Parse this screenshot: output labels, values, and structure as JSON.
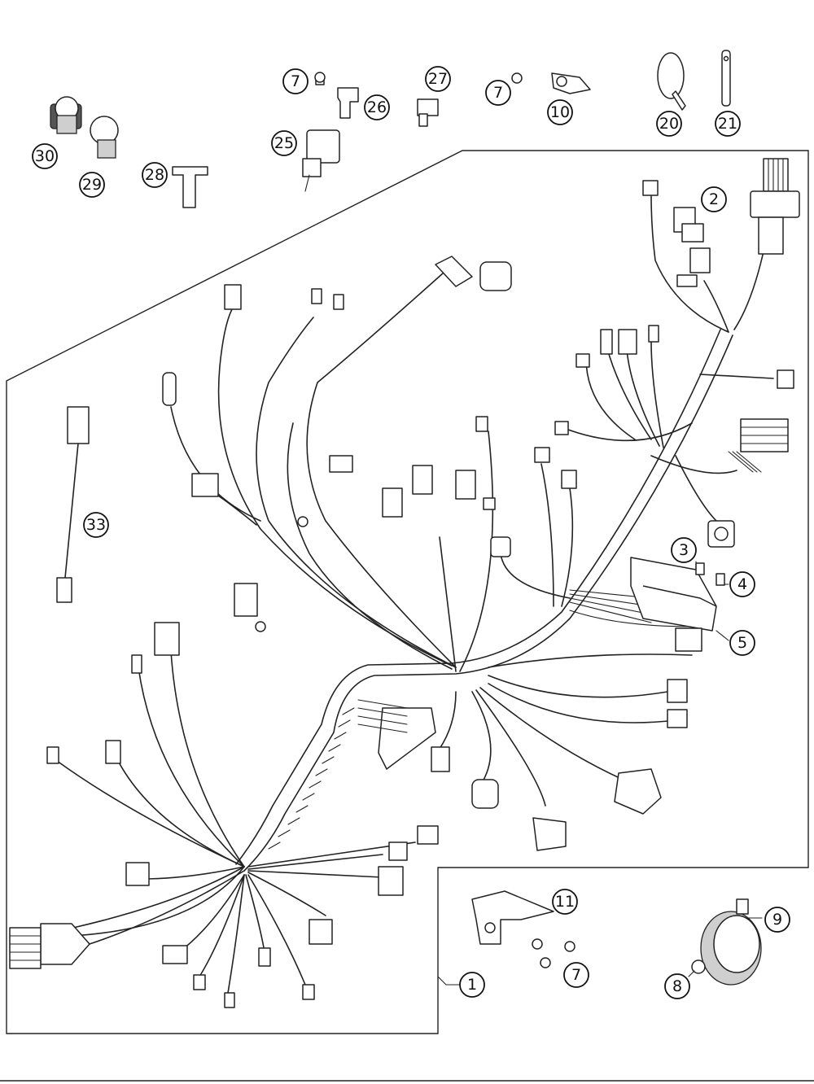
{
  "callouts": [
    {
      "id": "c1",
      "label": "1"
    },
    {
      "id": "c2",
      "label": "2"
    },
    {
      "id": "c3",
      "label": "3"
    },
    {
      "id": "c4",
      "label": "4"
    },
    {
      "id": "c5",
      "label": "5"
    },
    {
      "id": "c7a",
      "label": "7"
    },
    {
      "id": "c7b",
      "label": "7"
    },
    {
      "id": "c7c",
      "label": "7"
    },
    {
      "id": "c8",
      "label": "8"
    },
    {
      "id": "c9",
      "label": "9"
    },
    {
      "id": "c10",
      "label": "10"
    },
    {
      "id": "c11",
      "label": "11"
    },
    {
      "id": "c20",
      "label": "20"
    },
    {
      "id": "c21",
      "label": "21"
    },
    {
      "id": "c25",
      "label": "25"
    },
    {
      "id": "c26",
      "label": "26"
    },
    {
      "id": "c27",
      "label": "27"
    },
    {
      "id": "c28",
      "label": "28"
    },
    {
      "id": "c29",
      "label": "29"
    },
    {
      "id": "c30",
      "label": "30"
    },
    {
      "id": "c33",
      "label": "33"
    }
  ]
}
